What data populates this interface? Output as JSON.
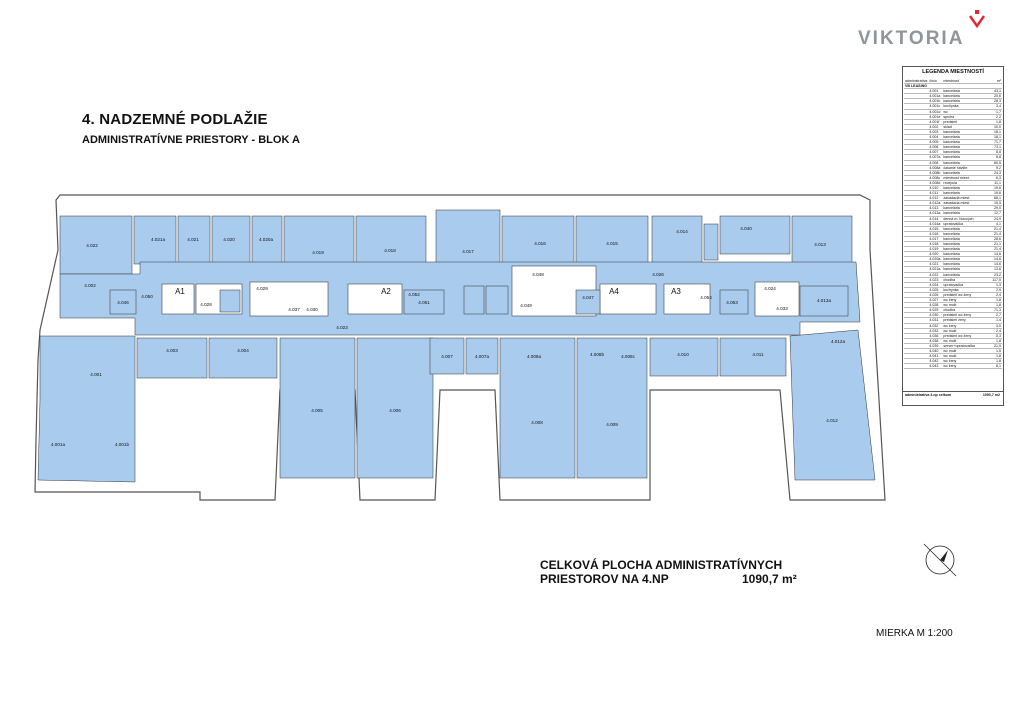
{
  "header": {
    "title": "4. NADZEMNÉ PODLAŽIE",
    "subtitle": "ADMINISTRATÍVNE PRIESTORY - BLOK A"
  },
  "brand": {
    "name": "VIKTORIA",
    "accent": "#e32636",
    "text_color": "#8e969c"
  },
  "plan": {
    "room_fill": "#a9cbed",
    "core_labels": [
      "A1",
      "A2",
      "A4",
      "A3"
    ],
    "room_labels": [
      "4.022",
      "4.021a",
      "4.021",
      "4.020",
      "4.020a",
      "4.019",
      "4.018",
      "4.017",
      "4.016",
      "4.015",
      "4.014",
      "4.040",
      "4.013",
      "4.002",
      "4.046",
      "4.050",
      "4.051",
      "4.052",
      "4.049",
      "4.048",
      "4.047",
      "4.054",
      "4.053",
      "4.003",
      "4.004",
      "4.005",
      "4.006",
      "4.007",
      "4.007a",
      "4.008a",
      "4.008b",
      "4.008c",
      "4.008",
      "4.009",
      "4.010",
      "4.011",
      "4.012",
      "4.012a",
      "4.013a",
      "4.001",
      "4.001a",
      "4.001b",
      "4.023",
      "4.028",
      "4.029",
      "4.037",
      "4.030",
      "4.026",
      "4.024",
      "4.033"
    ]
  },
  "legend": {
    "title": "LEGENDA MIESTNOSTÍ",
    "header": [
      "administratíva",
      "číslo",
      "miestnosť",
      "m²"
    ],
    "tenant": "VB LEASING",
    "rows": [
      [
        "4.001",
        "kancelária",
        "43,1"
      ],
      [
        "4.001a",
        "kancelária",
        "20,6"
      ],
      [
        "4.001b",
        "kancelária",
        "28,3"
      ],
      [
        "4.001c",
        "kuchynka",
        "3,4"
      ],
      [
        "4.001d",
        "wc",
        "1,7"
      ],
      [
        "4.001e",
        "sprcha",
        "2,2"
      ],
      [
        "4.001f",
        "predsieň",
        "1,8"
      ],
      [
        "4.002",
        "sklad",
        "10,0"
      ],
      [
        "4.003",
        "kancelária",
        "18,1"
      ],
      [
        "4.004",
        "kancelária",
        "18,1"
      ],
      [
        "4.005",
        "kancelária",
        "71,7"
      ],
      [
        "4.006",
        "kancelária",
        "73,1"
      ],
      [
        "4.007",
        "kancelária",
        "8,8"
      ],
      [
        "4.007a",
        "kancelária",
        "8,8"
      ],
      [
        "4.008",
        "kancelária",
        "60,5"
      ],
      [
        "4.008a",
        "čakanie návšte",
        "9,2"
      ],
      [
        "4.008b",
        "kancelária",
        "24,3"
      ],
      [
        "4.008c",
        "miestnosť miest.",
        "6,3"
      ],
      [
        "4.008d",
        "recepcia",
        "11,1"
      ],
      [
        "4.010",
        "kancelária",
        "19,6"
      ],
      [
        "4.011",
        "kancelária",
        "19,6"
      ],
      [
        "4.012",
        "zasadacia miest.",
        "68,1"
      ],
      [
        "4.012a",
        "zasadacia miest.",
        "15,5"
      ],
      [
        "4.013",
        "kancelária",
        "29,0"
      ],
      [
        "4.013a",
        "kancelária",
        "12,7"
      ],
      [
        "4.014",
        "denná m. hlavných",
        "24,9"
      ],
      [
        "4.014a",
        "upratovačka",
        "4,1"
      ],
      [
        "4.015",
        "kancelária",
        "21,4"
      ],
      [
        "4.016",
        "kancelária",
        "21,4"
      ],
      [
        "4.017",
        "kancelária",
        "28,6"
      ],
      [
        "4.018",
        "kancelária",
        "21,1"
      ],
      [
        "4.019",
        "kancelária",
        "21,4"
      ],
      [
        "4.020",
        "kancelária",
        "14,6"
      ],
      [
        "4.020a",
        "kancelária",
        "14,6"
      ],
      [
        "4.021",
        "kancelária",
        "14,6"
      ],
      [
        "4.021a",
        "kancelária",
        "13,6"
      ],
      [
        "4.022",
        "kancelária",
        "23,2"
      ],
      [
        "4.023",
        "chodba",
        "117,5"
      ],
      [
        "4.024",
        "upratovačka",
        "1,3"
      ],
      [
        "4.025",
        "kuchynka",
        "2,9"
      ],
      [
        "4.026",
        "predsieň wc ženy",
        "2,4"
      ],
      [
        "4.027",
        "wc ženy",
        "1,8"
      ],
      [
        "4.028",
        "wc muži",
        "1,8"
      ],
      [
        "4.029",
        "chodba",
        "71,3"
      ],
      [
        "4.030",
        "predsieň wc ženy",
        "2,7"
      ],
      [
        "4.031",
        "predsieň ženy",
        "1,4"
      ],
      [
        "4.032",
        "wc ženy",
        "3,0"
      ],
      [
        "4.033",
        "wc muži",
        "2,4"
      ],
      [
        "4.036",
        "predsieň wc ženy",
        "5,3"
      ],
      [
        "4.038",
        "wc muži",
        "1,8"
      ],
      [
        "4.039",
        "server+upratovačka",
        "21,9"
      ],
      [
        "4.040",
        "wc muži",
        "1,5"
      ],
      [
        "4.041",
        "wc muži",
        "1,8"
      ],
      [
        "4.042",
        "wc ženy",
        "1,8"
      ],
      [
        "4.043",
        "wc ženy",
        "8,1"
      ]
    ],
    "sum_label": "administratíva 4.np celkom",
    "sum_value": "1090,7 m2"
  },
  "summary": {
    "line1": "CELKOVÁ PLOCHA ADMINISTRATÍVNYCH",
    "line2": "PRIESTOROV NA 4.NP",
    "area": "1090,7 m²"
  },
  "scale_text": "MIERKA  M 1:200"
}
